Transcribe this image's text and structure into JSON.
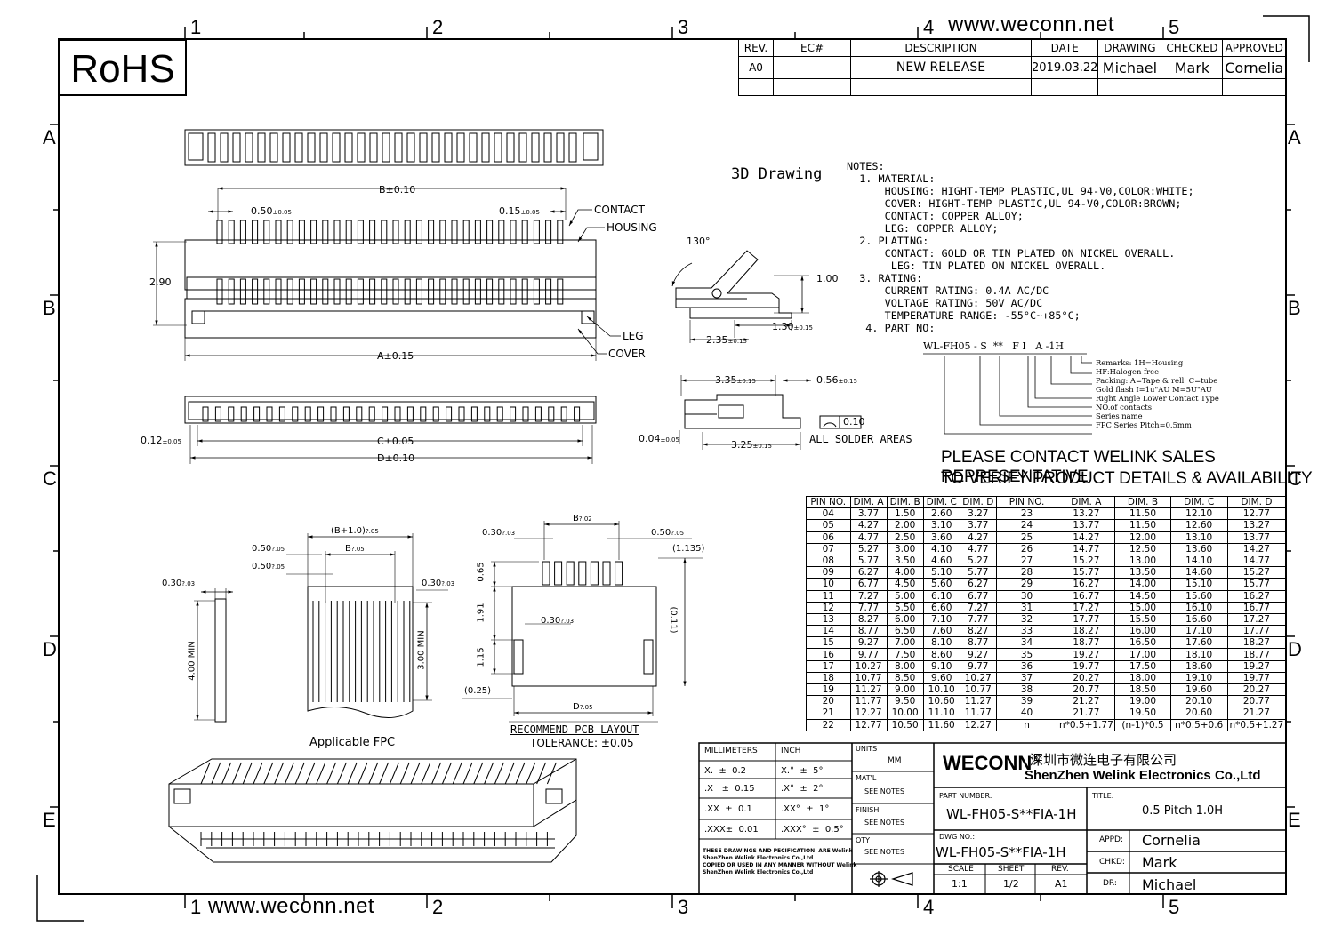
{
  "header": {
    "rohs": "RoHS",
    "url_top": "www.weconn.net",
    "url_bottom": "www.weconn.net"
  },
  "grid": {
    "cols": [
      "1",
      "2",
      "3",
      "4",
      "5"
    ],
    "rows": [
      "A",
      "B",
      "C",
      "D",
      "E"
    ]
  },
  "revision": {
    "headers": [
      "REV.",
      "EC#",
      "DESCRIPTION",
      "DATE",
      "DRAWING",
      "CHECKED",
      "APPROVED"
    ],
    "row": [
      "A0",
      "",
      "NEW RELEASE",
      "2019.03.22",
      "Michael",
      "Mark",
      "Cornelia"
    ]
  },
  "views": {
    "top_dims": {
      "b": "B±0.10",
      "pitch": "0.50",
      "pitch_tol": "±0.05",
      "edge": "0.15",
      "edge_tol": "±0.05",
      "contact": "CONTACT",
      "housing": "HOUSING",
      "height": "2.90",
      "leg": "LEG",
      "cover": "COVER",
      "a": "A±0.15"
    },
    "bottom_dims": {
      "left": "0.12",
      "left_tol": "±0.05",
      "c": "C±0.05",
      "d": "D±0.10"
    },
    "drawing_3d": "3D Drawing",
    "side": {
      "angle": "130°",
      "h": "1.00",
      "w1": "1.30",
      "w1_tol": "±0.15",
      "w2": "2.35",
      "w2_tol": "±0.15"
    },
    "solder": {
      "w1": "3.35",
      "w1_tol": "±0.15",
      "t1": "0.56",
      "t1_tol": "±0.15",
      "flat": "0.10",
      "t2": "0.04",
      "t2_tol": "±0.05",
      "w2": "3.25",
      "w2_tol": "±0.15",
      "label": "ALL SOLDER AREAS"
    },
    "fpc": {
      "b1": "(B+1.0)",
      "b1_tol": "?.05",
      "b": "B",
      "b_tol": "?.05",
      "w1": "0.50",
      "w1_tol": "?.05",
      "w2": "0.50",
      "w2_tol": "?.05",
      "left": "0.30",
      "left_tol": "?.03",
      "right": "0.30",
      "right_tol": "?.03",
      "h1": "4.00 MIN",
      "h2": "3.00 MIN",
      "caption": "Applicable FPC"
    },
    "pcb": {
      "t1": "0.30",
      "t1_tol": "?.03",
      "b": "B",
      "b_tol": "?.02",
      "t2": "0.50",
      "t2_tol": "?.05",
      "edge": "(1.135)",
      "v1": "0.65",
      "v2": "1.91",
      "v3": "1.15",
      "pad": "0.30",
      "pad_tol": "?.03",
      "right": "(0.11)",
      "bottom": "(0.25)",
      "d": "D",
      "d_tol": "?.05",
      "caption": "RECOMMEND PCB LAYOUT",
      "tolerance": "TOLERANCE: ±0.05"
    }
  },
  "notes": {
    "lines": [
      "NOTES:",
      "  1. MATERIAL:",
      "      HOUSING: HIGHT-TEMP PLASTIC,UL 94-V0,COLOR:WHITE;",
      "      COVER: HIGHT-TEMP PLASTIC,UL 94-V0,COLOR:BROWN;",
      "      CONTACT: COPPER ALLOY;",
      "      LEG: COPPER ALLOY;",
      "  2. PLATING:",
      "      CONTACT: GOLD OR TIN PLATED ON NICKEL OVERALL.",
      "       LEG: TIN PLATED ON NICKEL OVERALL.",
      "  3. RATING:",
      "      CURRENT RATING: 0.4A AC/DC",
      "      VOLTAGE RATING: 50V AC/DC",
      "      TEMPERATURE RANGE: -55°C~+85°C;",
      "   4. PART NO:"
    ],
    "part_code": "WL-FH05 - S  **   F I   A -1H",
    "part_legend": [
      "Remarks: 1H=Housing",
      "HF:Halogen free",
      "Packing: A=Tape & rell  C=tube",
      "Gold flash I=1u\"AU M=5U\"AU",
      "Right Angle Lower Contact Type",
      "NO.of contacts",
      "Series name",
      "FPC Series Pitch=0.5mm"
    ]
  },
  "contact_notice": [
    "PLEASE CONTACT WELINK SALES REPRESENTATIVE",
    "TO VERIFY PRODUCT DETAILS & AVAILABILITY"
  ],
  "pin_table": {
    "headers": [
      "PIN NO.",
      "DIM. A",
      "DIM. B",
      "DIM. C",
      "DIM. D"
    ],
    "left": [
      [
        "04",
        "3.77",
        "1.50",
        "2.60",
        "3.27"
      ],
      [
        "05",
        "4.27",
        "2.00",
        "3.10",
        "3.77"
      ],
      [
        "06",
        "4.77",
        "2.50",
        "3.60",
        "4.27"
      ],
      [
        "07",
        "5.27",
        "3.00",
        "4.10",
        "4.77"
      ],
      [
        "08",
        "5.77",
        "3.50",
        "4.60",
        "5.27"
      ],
      [
        "09",
        "6.27",
        "4.00",
        "5.10",
        "5.77"
      ],
      [
        "10",
        "6.77",
        "4.50",
        "5.60",
        "6.27"
      ],
      [
        "11",
        "7.27",
        "5.00",
        "6.10",
        "6.77"
      ],
      [
        "12",
        "7.77",
        "5.50",
        "6.60",
        "7.27"
      ],
      [
        "13",
        "8.27",
        "6.00",
        "7.10",
        "7.77"
      ],
      [
        "14",
        "8.77",
        "6.50",
        "7.60",
        "8.27"
      ],
      [
        "15",
        "9.27",
        "7.00",
        "8.10",
        "8.77"
      ],
      [
        "16",
        "9.77",
        "7.50",
        "8.60",
        "9.27"
      ],
      [
        "17",
        "10.27",
        "8.00",
        "9.10",
        "9.77"
      ],
      [
        "18",
        "10.77",
        "8.50",
        "9.60",
        "10.27"
      ],
      [
        "19",
        "11.27",
        "9.00",
        "10.10",
        "10.77"
      ],
      [
        "20",
        "11.77",
        "9.50",
        "10.60",
        "11.27"
      ],
      [
        "21",
        "12.27",
        "10.00",
        "11.10",
        "11.77"
      ],
      [
        "22",
        "12.77",
        "10.50",
        "11.60",
        "12.27"
      ]
    ],
    "right": [
      [
        "23",
        "13.27",
        "11.50",
        "12.10",
        "12.77"
      ],
      [
        "24",
        "13.77",
        "11.50",
        "12.60",
        "13.27"
      ],
      [
        "25",
        "14.27",
        "12.00",
        "13.10",
        "13.77"
      ],
      [
        "26",
        "14.77",
        "12.50",
        "13.60",
        "14.27"
      ],
      [
        "27",
        "15.27",
        "13.00",
        "14.10",
        "14.77"
      ],
      [
        "28",
        "15.77",
        "13.50",
        "14.60",
        "15.27"
      ],
      [
        "29",
        "16.27",
        "14.00",
        "15.10",
        "15.77"
      ],
      [
        "30",
        "16.77",
        "14.50",
        "15.60",
        "16.27"
      ],
      [
        "31",
        "17.27",
        "15.00",
        "16.10",
        "16.77"
      ],
      [
        "32",
        "17.77",
        "15.50",
        "16.60",
        "17.27"
      ],
      [
        "33",
        "18.27",
        "16.00",
        "17.10",
        "17.77"
      ],
      [
        "34",
        "18.77",
        "16.50",
        "17.60",
        "18.27"
      ],
      [
        "35",
        "19.27",
        "17.00",
        "18.10",
        "18.77"
      ],
      [
        "36",
        "19.77",
        "17.50",
        "18.60",
        "19.27"
      ],
      [
        "37",
        "20.27",
        "18.00",
        "19.10",
        "19.77"
      ],
      [
        "38",
        "20.77",
        "18.50",
        "19.60",
        "20.27"
      ],
      [
        "39",
        "21.27",
        "19.00",
        "20.10",
        "20.77"
      ],
      [
        "40",
        "21.77",
        "19.50",
        "20.60",
        "21.27"
      ],
      [
        "n",
        "n*0.5+1.77",
        "(n-1)*0.5",
        "n*0.5+0.6",
        "n*0.5+1.27"
      ]
    ]
  },
  "title_block": {
    "millimeters": "MILLIMETERS",
    "inch": "INCH",
    "tol": [
      [
        "X.  ±  0.2",
        "X.°  ±  5°"
      ],
      [
        ".X   ±  0.15",
        ".X°  ±  2°"
      ],
      [
        ".XX  ±  0.1",
        ".XX°  ±  1°"
      ],
      [
        ".XXX±  0.01",
        ".XXX°  ±  0.5°"
      ]
    ],
    "disclaimer": [
      "THESE DRAWINGS AND PECIFICATION  ARE Welink",
      "ShenZhen Welink Electronics Co.,Ltd",
      "COPIED OR USED IN ANY MANNER WITHOUT Welink",
      "ShenZhen Welink Electronics Co.,Ltd"
    ],
    "units_label": "UNITS",
    "units": "MM",
    "matl_label": "MAT'L",
    "matl": "SEE NOTES",
    "finish_label": "FINISH",
    "finish": "SEE NOTES",
    "qty_label": "QTY",
    "qty": "SEE NOTES",
    "brand": "WECONN",
    "registered": "®",
    "company_cn": "深圳市微连电子有限公司",
    "company_en": "ShenZhen Welink Electronics Co.,Ltd",
    "part_number_label": "PART NUMBER:",
    "part_number": "WL-FH05-S**FIA-1H",
    "title_label": "TITLE:",
    "title": "0.5 Pitch 1.0H",
    "dwg_label": "DWG NO.:",
    "dwg": "WL-FH05-S**FIA-1H",
    "scale_label": "SCALE",
    "scale": "1:1",
    "sheet_label": "SHEET",
    "sheet": "1/2",
    "rev_label": "REV.",
    "rev": "A1",
    "appd_label": "APPD:",
    "appd": "Cornelia",
    "chkd_label": "CHKD:",
    "chkd": "Mark",
    "dr_label": "DR:",
    "dr": "Michael"
  }
}
